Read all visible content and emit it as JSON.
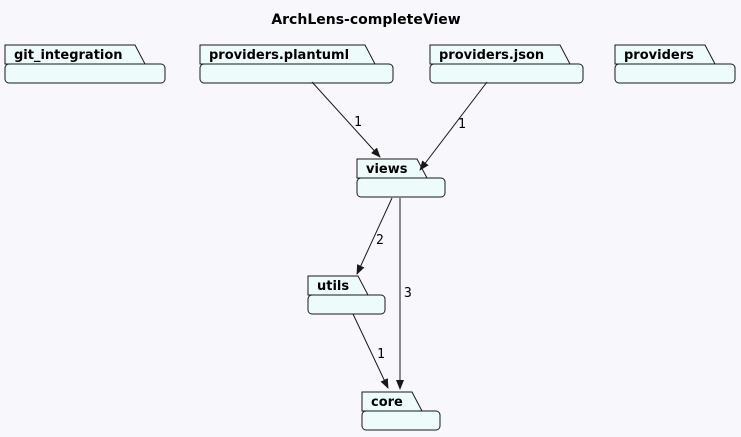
{
  "title": "ArchLens-completeView",
  "colors": {
    "background": "#F8F8FC",
    "node_fill": "#EEFBFB",
    "node_border": "#181818",
    "edge_color": "#181818",
    "text_color": "#000000"
  },
  "diagram": {
    "type": "package-dependency-diagram",
    "nodes": [
      {
        "id": "git_integration",
        "label": "git_integration"
      },
      {
        "id": "providers.plantuml",
        "label": "providers.plantuml"
      },
      {
        "id": "providers.json",
        "label": "providers.json"
      },
      {
        "id": "providers",
        "label": "providers"
      },
      {
        "id": "views",
        "label": "views"
      },
      {
        "id": "utils",
        "label": "utils"
      },
      {
        "id": "core",
        "label": "core"
      }
    ],
    "edges": [
      {
        "from": "providers.plantuml",
        "to": "views",
        "label": "1"
      },
      {
        "from": "providers.json",
        "to": "views",
        "label": "1"
      },
      {
        "from": "views",
        "to": "utils",
        "label": "2"
      },
      {
        "from": "views",
        "to": "core",
        "label": "3"
      },
      {
        "from": "utils",
        "to": "core",
        "label": "1"
      }
    ]
  }
}
